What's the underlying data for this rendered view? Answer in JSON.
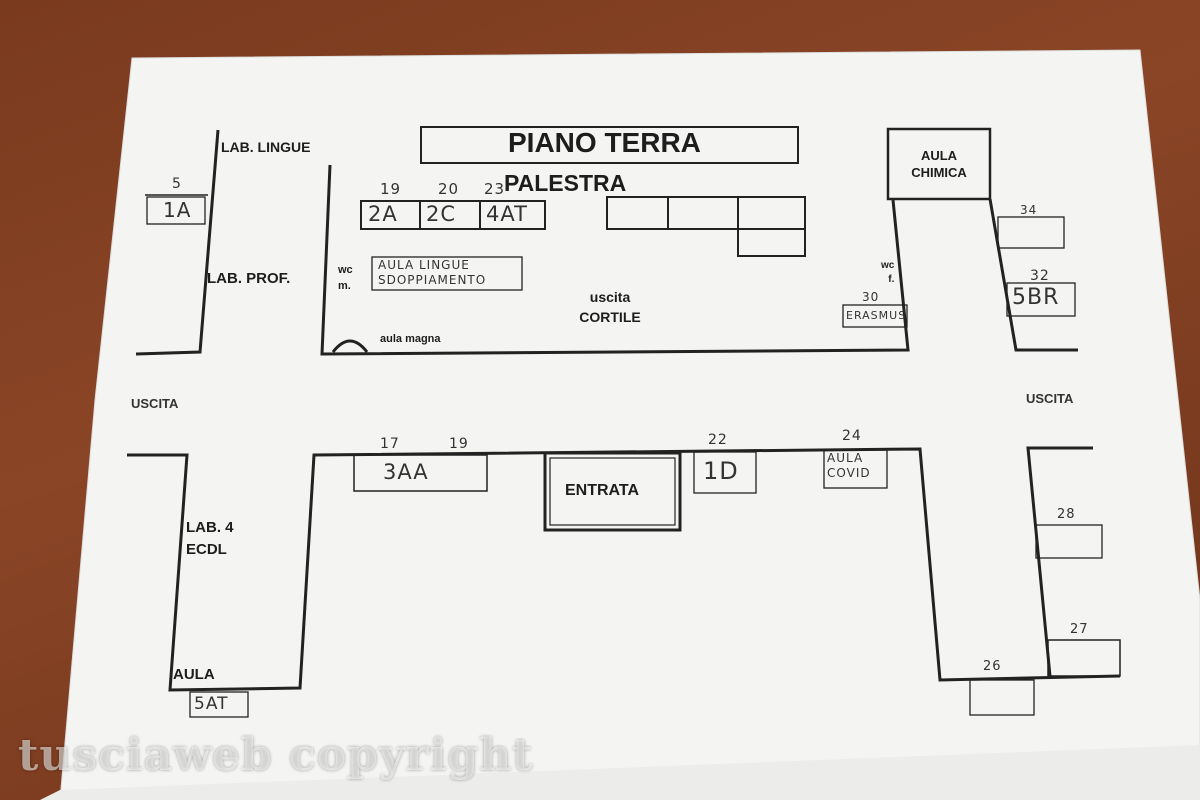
{
  "plan": {
    "title": "PIANO TERRA",
    "palestra": "PALESTRA",
    "aula_chimica": "AULA CHIMICA",
    "lab_lingue": "LAB. LINGUE",
    "lab_prof": "LAB. PROF.",
    "room_1a": "1A",
    "room_1a_num": "5",
    "row_top_nums": [
      "19",
      "20",
      "23"
    ],
    "row_top_rooms": [
      "2A",
      "2C",
      "4AT"
    ],
    "wc_m": "wc\nm.",
    "aula_lingue_sdopp": "AULA LINGUE\nSDOPPIAMENTO",
    "uscita_cortile": "uscita\nCORTILE",
    "aula_magna": "aula magna",
    "wc_f": "wc\nf.",
    "erasmus_num": "30",
    "erasmus": "ERASMUS",
    "room_34_num": "34",
    "room_32_num": "32",
    "room_5br": "5BR",
    "uscita_left": "USCITA",
    "uscita_right": "USCITA",
    "num_17": "17",
    "num_19b": "19",
    "room_3aa": "3AA",
    "entrata": "ENTRATA",
    "num_22": "22",
    "room_1d": "1D",
    "num_24": "24",
    "aula_covid": "AULA\nCOVID",
    "lab4": "LAB. 4\nECDL",
    "aula": "AULA",
    "room_5at": "5AT",
    "num_28": "28",
    "num_27": "27",
    "num_26": "26"
  },
  "watermark": "tusciaweb copyright"
}
